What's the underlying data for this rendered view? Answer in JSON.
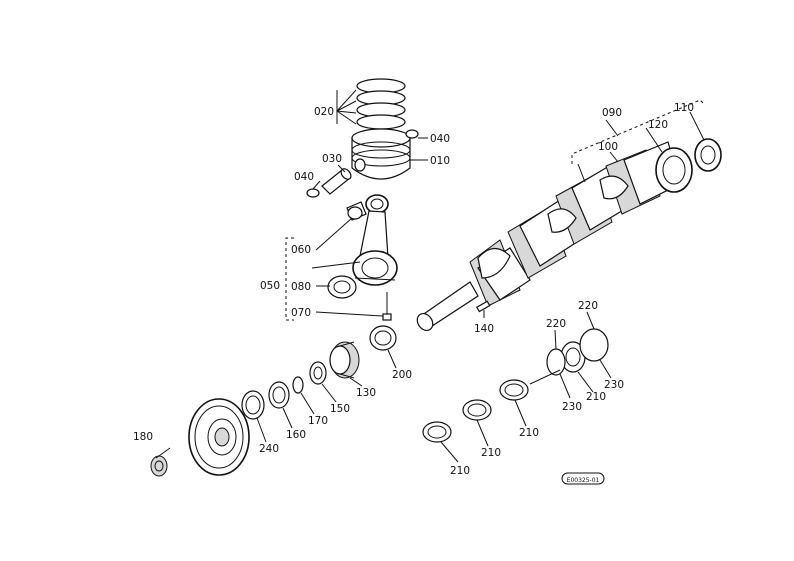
{
  "callouts": {
    "p010": "010",
    "p020": "020",
    "p030": "030",
    "p040a": "040",
    "p040b": "040",
    "p050": "050",
    "p060": "060",
    "p070": "070",
    "p080": "080",
    "p090": "090",
    "p100": "100",
    "p110": "110",
    "p120": "120",
    "p130": "130",
    "p140": "140",
    "p150": "150",
    "p160": "160",
    "p170": "170",
    "p180": "180",
    "p200": "200",
    "p210a": "210",
    "p210b": "210",
    "p210c": "210",
    "p210d": "210",
    "p220a": "220",
    "p220b": "220",
    "p230a": "230",
    "p230b": "230",
    "p240": "240"
  },
  "stamp": "E00325-01"
}
